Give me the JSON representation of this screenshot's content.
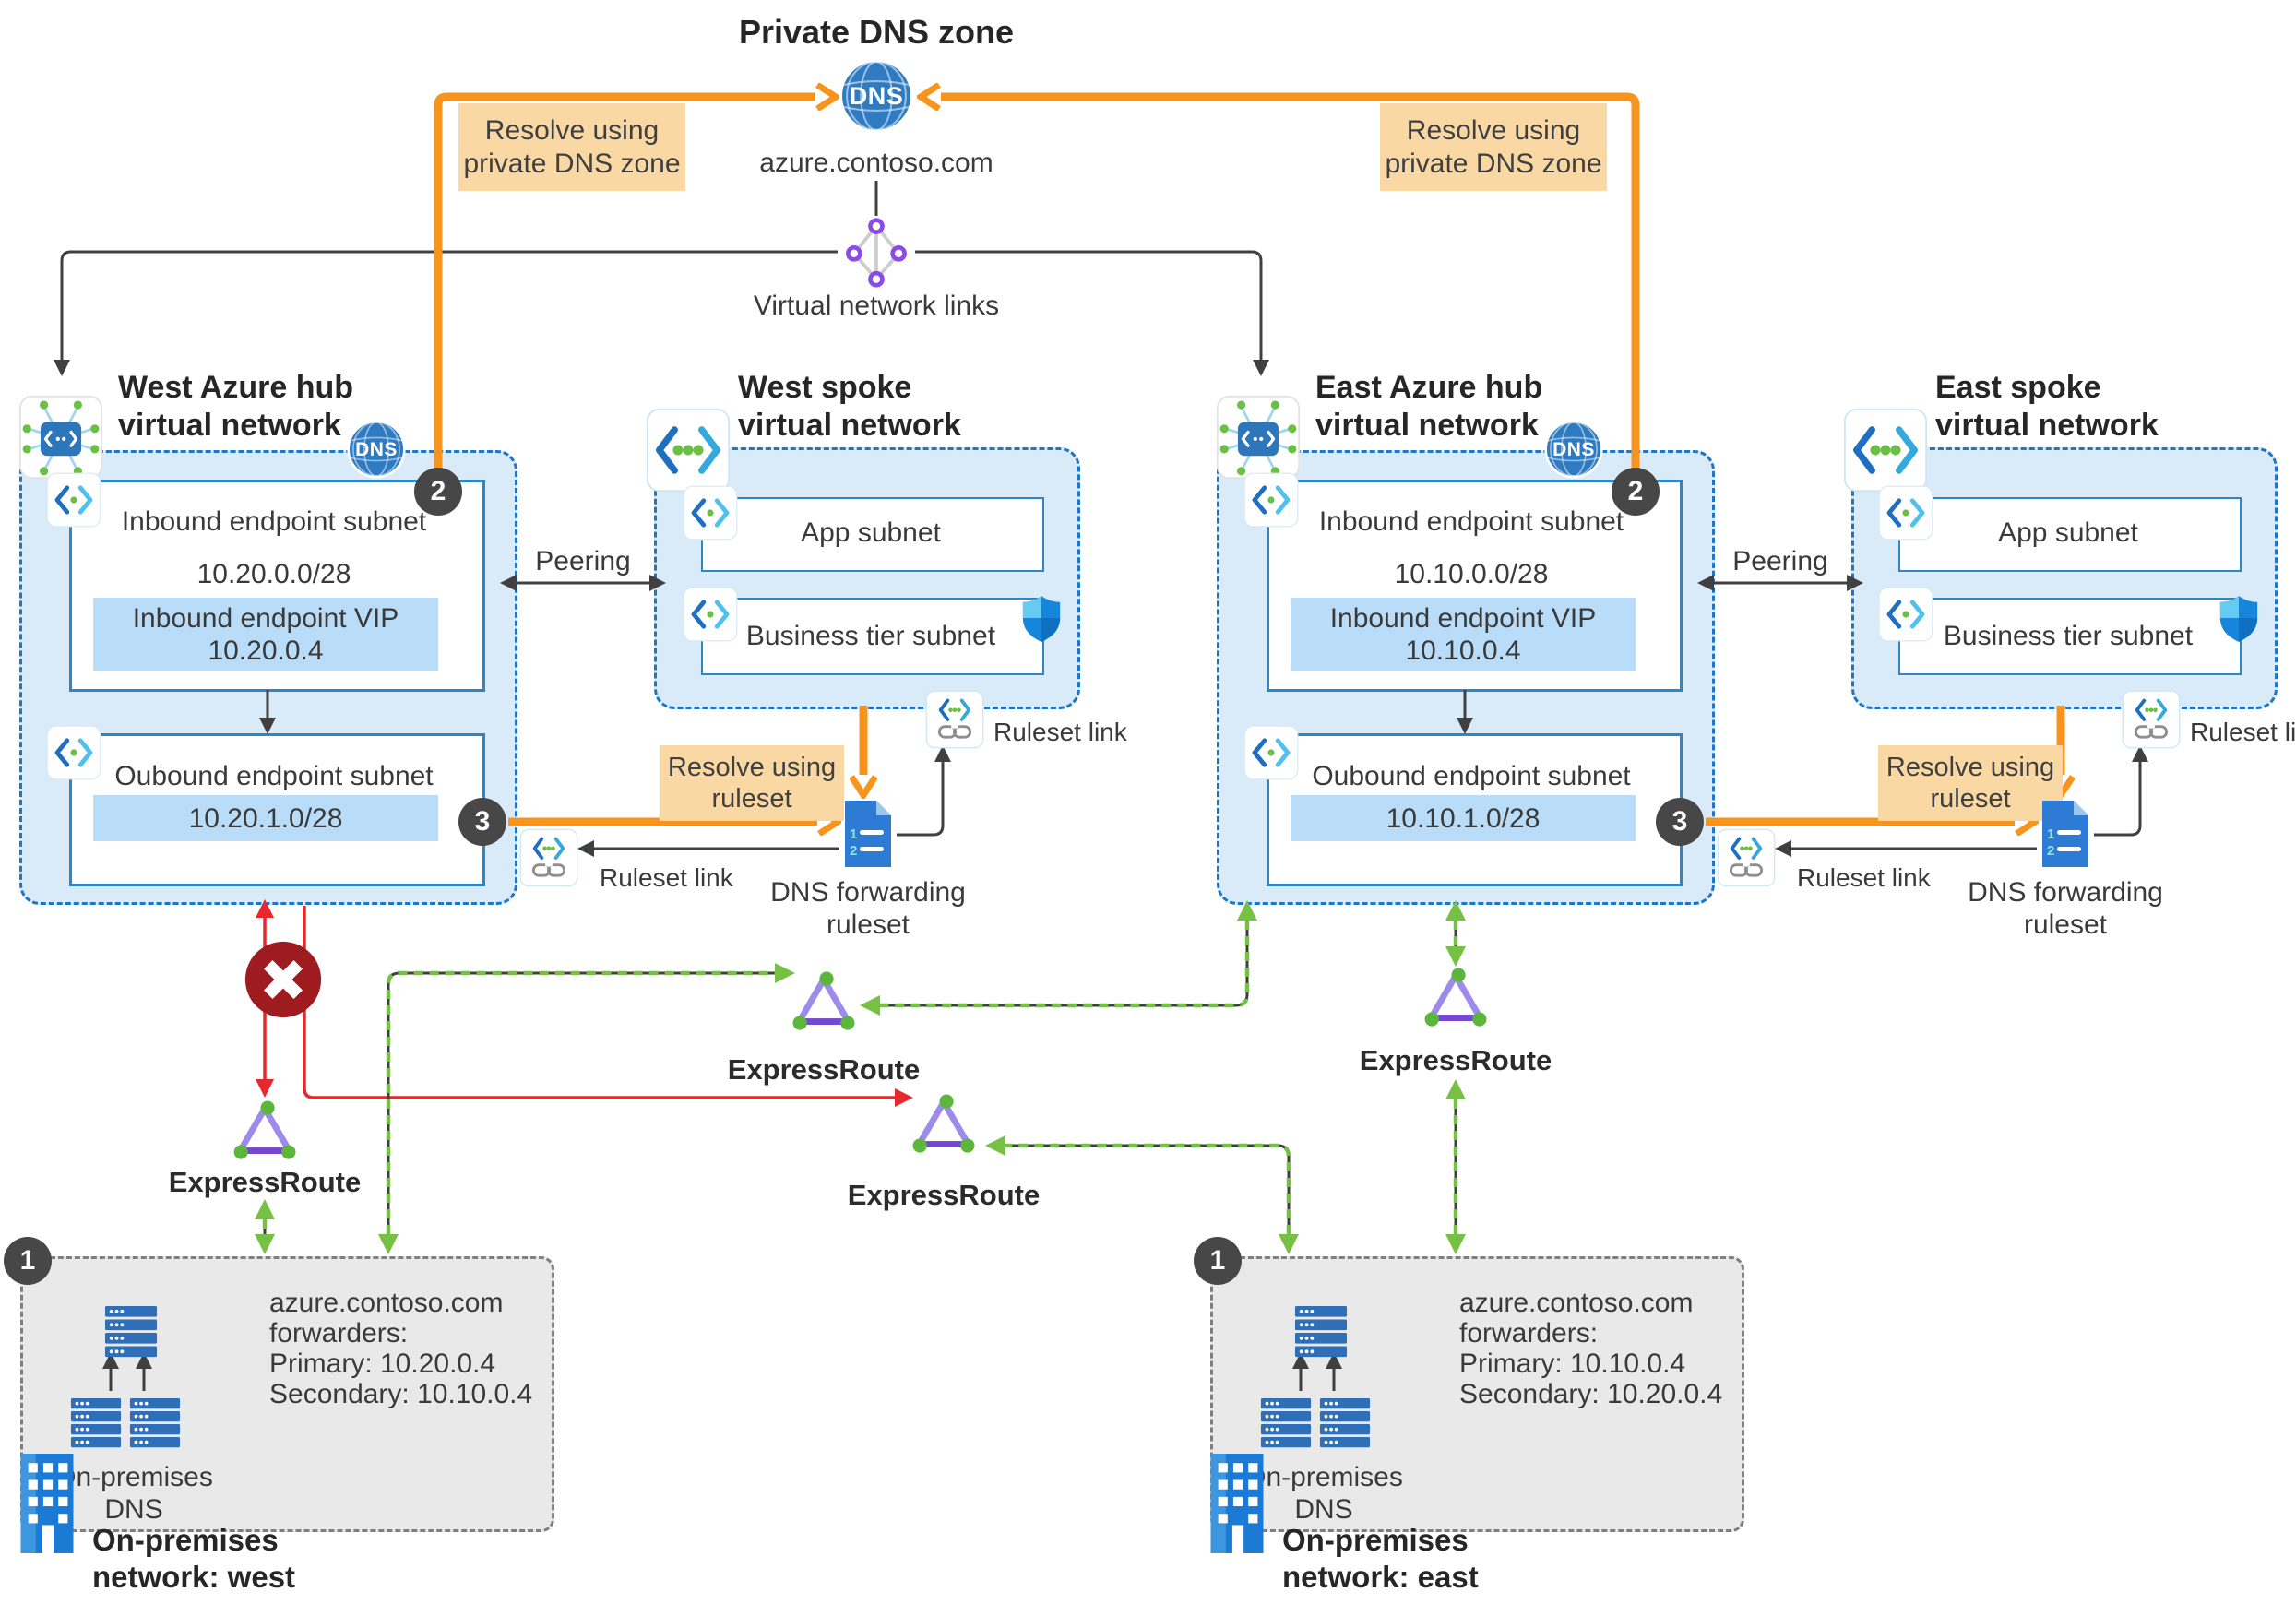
{
  "colors": {
    "accent_orange": "#F7941E",
    "azure_blue": "#2E76BC",
    "vnet_fill": "#D9EAF8",
    "link_green": "#76C043",
    "alert_red": "#E8282D",
    "error_badge_red": "#9E1B20"
  },
  "diagram": {
    "private_dns_zone": {
      "title": "Private DNS zone",
      "icon": "DNS",
      "domain": "azure.contoso.com",
      "links_label": "Virtual network links"
    },
    "callouts": {
      "resolve_private": "Resolve using private DNS zone",
      "resolve_ruleset": "Resolve using ruleset",
      "peering": "Peering",
      "ruleset_link": "Ruleset link",
      "forwarding_ruleset": "DNS forwarding ruleset",
      "expressroute": "ExpressRoute"
    },
    "steps": {
      "one": "1",
      "two": "2",
      "three": "3"
    },
    "hub_common": {
      "inbound_subnet": "Inbound endpoint subnet",
      "outbound_subnet": "Oubound endpoint subnet",
      "vip_label": "Inbound endpoint VIP",
      "dns_badge": "DNS"
    },
    "spoke_common": {
      "app_subnet": "App subnet",
      "business_subnet": "Business tier subnet"
    },
    "west": {
      "hub_title": "West Azure hub virtual network",
      "spoke_title": "West spoke virtual network",
      "inbound_cidr": "10.20.0.0/28",
      "vip_ip": "10.20.0.4",
      "outbound_cidr": "10.20.1.0/28"
    },
    "east": {
      "hub_title": "East Azure hub virtual network",
      "spoke_title": "East spoke virtual network",
      "inbound_cidr": "10.10.0.0/28",
      "vip_ip": "10.10.0.4",
      "outbound_cidr": "10.10.1.0/28"
    },
    "onprem_west": {
      "domain": "azure.contoso.com",
      "forwarders_label": "forwarders:",
      "primary": "Primary: 10.20.0.4",
      "secondary": "Secondary: 10.10.0.4",
      "dns_label": "On-premises DNS",
      "network_label": "On-premises network: west"
    },
    "onprem_east": {
      "domain": "azure.contoso.com",
      "forwarders_label": "forwarders:",
      "primary": "Primary: 10.10.0.4",
      "secondary": "Secondary: 10.20.0.4",
      "dns_label": "On-premises DNS",
      "network_label": "On-premises network: east"
    }
  }
}
